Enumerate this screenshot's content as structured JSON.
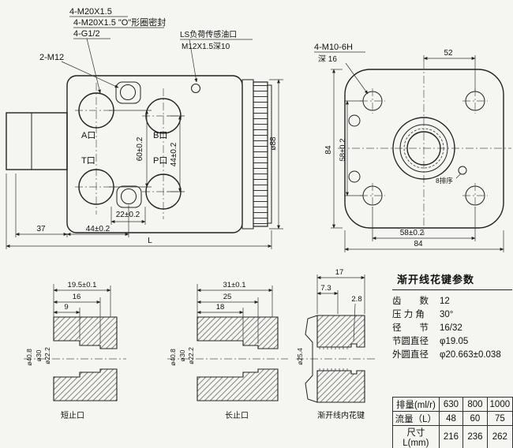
{
  "front": {
    "callout1": "4-M20X1.5",
    "callout2": "4-M20X1.5 \"O\"形圈密封",
    "callout3": "4-G1/2",
    "callout4": "2-M12",
    "callout5": "LS负荷传感油口",
    "callout6": "M12X1.5深10",
    "portA": "A口",
    "portB": "B口",
    "portT": "T口",
    "portP": "P口",
    "dim60": "60±0.2",
    "dim44v": "44±0.2",
    "dim88": "ø88",
    "dim22": "22±0.2",
    "dim37": "37",
    "dim44b": "44±0.2",
    "dimL": "L"
  },
  "rear": {
    "callout1": "4-M10-6H",
    "callout2": "深 16",
    "dim52": "52",
    "dim84_left": "84",
    "dim58_left": "58±0.2",
    "dim58_bottom": "58±0.2",
    "dim84_bottom": "84",
    "note": "8排序"
  },
  "sections": {
    "s1": {
      "label": "短止口",
      "d9": "9",
      "d16": "16",
      "d195": "19.5±0.1",
      "d408": "ø40.8",
      "d30": "ø30",
      "d222": "ø22.2"
    },
    "s2": {
      "label": "长止口",
      "d18": "18",
      "d25": "25",
      "d31": "31±0.1",
      "d408": "ø40.8",
      "d30": "ø30",
      "d222": "ø22.2"
    },
    "s3": {
      "label": "渐开线内花键",
      "d17": "17",
      "d73": "7.3",
      "d28": "2.8",
      "d254": "ø25.4"
    }
  },
  "spline_params": {
    "title": "渐开线花键参数",
    "rows": [
      {
        "label": "齿　　数",
        "value": "12"
      },
      {
        "label": "压 力 角",
        "value": "30°"
      },
      {
        "label": "径　　节",
        "value": "16/32"
      },
      {
        "label": "节圆直径",
        "value": "φ19.05"
      },
      {
        "label": "外圆直径",
        "value": "φ20.663±0.038"
      }
    ]
  },
  "spec_table": {
    "rows": [
      {
        "label": "排量(ml/r)",
        "values": [
          "630",
          "800",
          "1000"
        ]
      },
      {
        "label": "流量（L）",
        "values": [
          "48",
          "60",
          "75"
        ]
      },
      {
        "label": "尺寸L(mm)",
        "values": [
          "216",
          "236",
          "262"
        ]
      }
    ]
  }
}
